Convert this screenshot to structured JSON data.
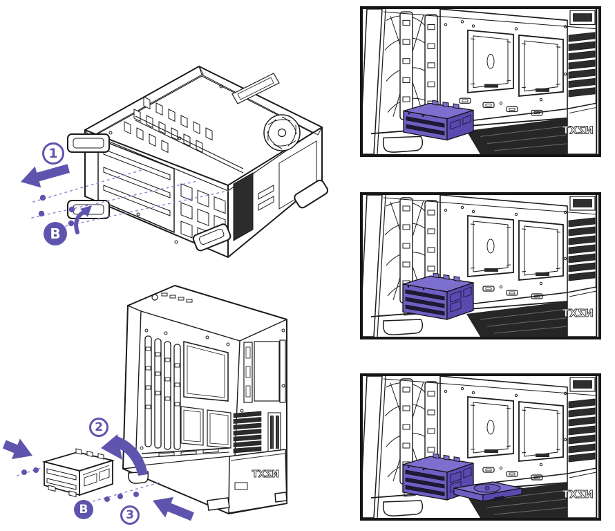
{
  "figure": {
    "background": "#ffffff",
    "line_color": "#1b1b1b",
    "accent_color": "#5f54ad",
    "accent_soft": "#968dd6",
    "cage_fill": "#6e5fc4",
    "cage_top": "#7d6fce",
    "cage_dark": "#5a4ab0",
    "slot_dark": "#1f1a38",
    "panel_border": "#161616"
  },
  "callouts": {
    "step1": "1",
    "step2": "2",
    "step3": "3",
    "screw_b_top": "B",
    "screw_b_bottom": "B"
  },
  "branding": {
    "psu_logo_mirrored": "NZXT"
  }
}
